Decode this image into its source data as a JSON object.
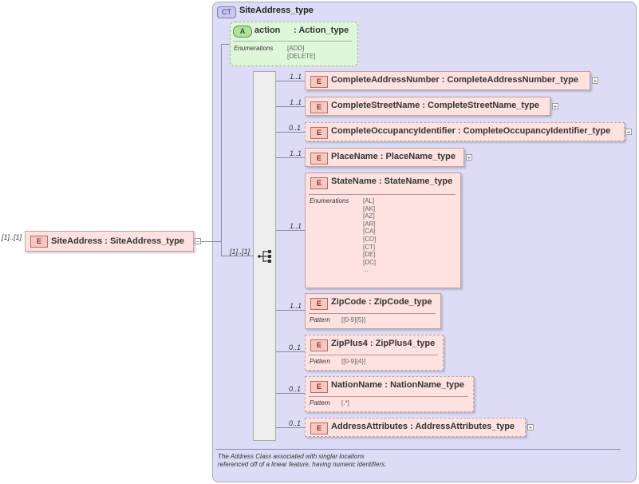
{
  "root": {
    "multiplicity": "[1]..[1]",
    "badge": "E",
    "name": "SiteAddress",
    "type": "SiteAddress_type",
    "collapse": "−"
  },
  "complex_type": {
    "badge": "CT",
    "name": "SiteAddress_type",
    "annotation": "The Address Class associated with singlar locations referenced off of a linear feature, having numeric identifiers."
  },
  "attribute": {
    "badge": "A",
    "name": "action",
    "type": "Action_type",
    "facet_label": "Enumerations",
    "values": [
      "[ADD]",
      "[DELETE]"
    ]
  },
  "sequence": {
    "multiplicity": "[1]..[1]"
  },
  "elements": [
    {
      "multiplicity": "1..1",
      "badge": "E",
      "name": "CompleteAddressNumber",
      "type": "CompleteAddressNumber_type",
      "expand": "+"
    },
    {
      "multiplicity": "1..1",
      "badge": "E",
      "name": "CompleteStreetName",
      "type": "CompleteStreetName_type",
      "expand": "+"
    },
    {
      "multiplicity": "0..1",
      "badge": "E",
      "name": "CompleteOccupancyIdentifier",
      "type": "CompleteOccupancyIdentifier_type",
      "expand": "+"
    },
    {
      "multiplicity": "1..1",
      "badge": "E",
      "name": "PlaceName",
      "type": "PlaceName_type",
      "expand": "+"
    },
    {
      "multiplicity": "1..1",
      "badge": "E",
      "name": "StateName",
      "type": "StateName_type",
      "facet_label": "Enumerations",
      "values": [
        "[AL]",
        "[AK]",
        "[AZ]",
        "[AR]",
        "[CA]",
        "[CO]",
        "[CT]",
        "[DE]",
        "[DC]",
        "..."
      ]
    },
    {
      "multiplicity": "1..1",
      "badge": "E",
      "name": "ZipCode",
      "type": "ZipCode_type",
      "facet_label": "Pattern",
      "values": [
        "[[0-9]{5}]"
      ]
    },
    {
      "multiplicity": "0..1",
      "badge": "E",
      "name": "ZipPlus4",
      "type": "ZipPlus4_type",
      "facet_label": "Pattern",
      "values": [
        "[[0-9]{4}]"
      ]
    },
    {
      "multiplicity": "0..1",
      "badge": "E",
      "name": "NationName",
      "type": "NationName_type",
      "facet_label": "Pattern",
      "values": [
        "[.*]"
      ]
    },
    {
      "multiplicity": "0..1",
      "badge": "E",
      "name": "AddressAttributes",
      "type": "AddressAttributes_type",
      "expand": "+"
    }
  ]
}
